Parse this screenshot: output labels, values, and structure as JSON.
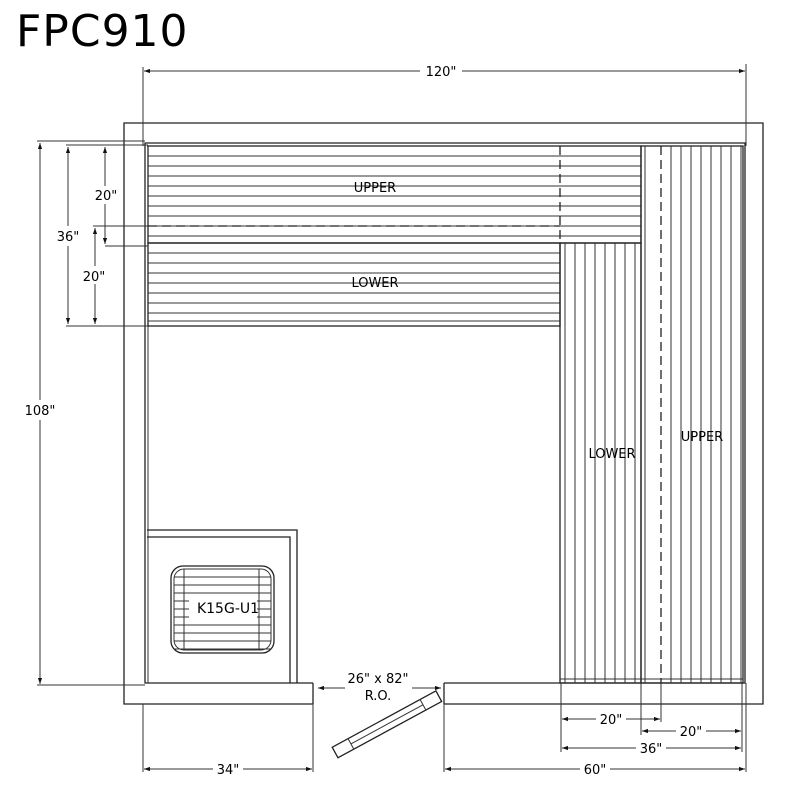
{
  "title": "FPC910",
  "dimensions": {
    "overall_width": "120\"",
    "overall_depth": "108\"",
    "bench_depth_total": "36\"",
    "upper_bench_depth": "20\"",
    "lower_bench_depth": "20\"",
    "left_wall_to_door": "34\"",
    "door_to_right_wall": "60\"",
    "right_lower_bench_depth": "20\"",
    "right_upper_bench_depth": "20\"",
    "right_bench_total": "36\""
  },
  "door": {
    "size": "26\" x 82\"",
    "note": "R.O."
  },
  "benches": {
    "top_upper": "UPPER",
    "top_lower": "LOWER",
    "right_lower": "LOWER",
    "right_upper": "UPPER"
  },
  "heater": {
    "model": "K15G-U1"
  }
}
